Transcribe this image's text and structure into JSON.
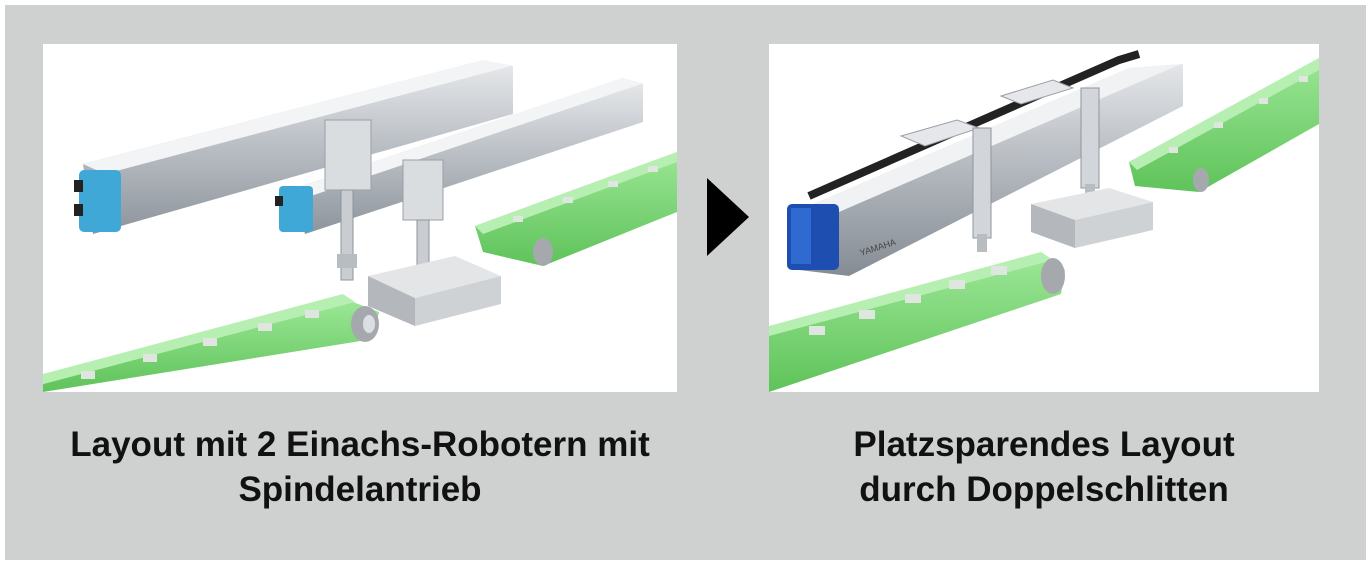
{
  "left": {
    "caption_line1": "Layout mit 2 Einachs-Robotern mit",
    "caption_line2": "Spindelantrieb"
  },
  "right": {
    "caption_line1": "Platzsparendes Layout",
    "caption_line2": "durch Doppelschlitten",
    "end_cap_label": "YAMAHA"
  },
  "colors": {
    "panel_background": "#cfd0d0",
    "belt_green": "#7fd97a",
    "end_cap_blue_light": "#3fa8d6",
    "end_cap_blue_dark": "#1e4fb0",
    "arrow": "#000000"
  },
  "icons": {
    "transition_arrow": "triangle-right-icon"
  }
}
